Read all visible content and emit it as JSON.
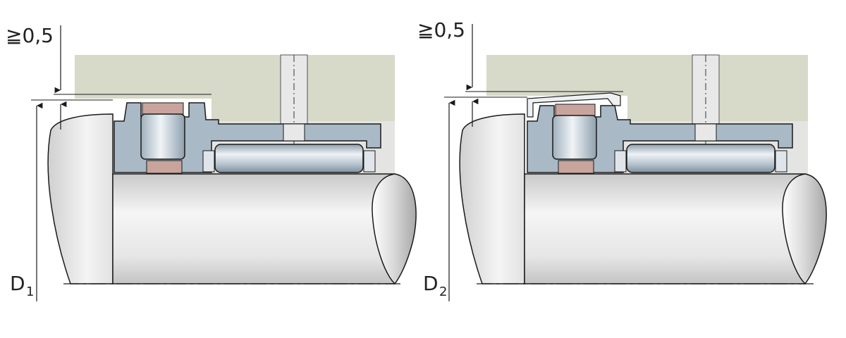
{
  "views": [
    {
      "clearance_label": "≧0,5",
      "diameter_symbol": "D",
      "diameter_subscript": "1"
    },
    {
      "clearance_label": "≧0,5",
      "diameter_symbol": "D",
      "diameter_subscript": "2"
    }
  ],
  "colors": {
    "housing": "#d7d9c9",
    "housing_bore": "#e4e4e2",
    "bearing_steel": "#a9b9c6",
    "seal_elastomer": "#c8a49d",
    "shaft_light": "#f2f2f2",
    "shaft_dark": "#bdbdbd",
    "line": "#1a1a1a"
  }
}
